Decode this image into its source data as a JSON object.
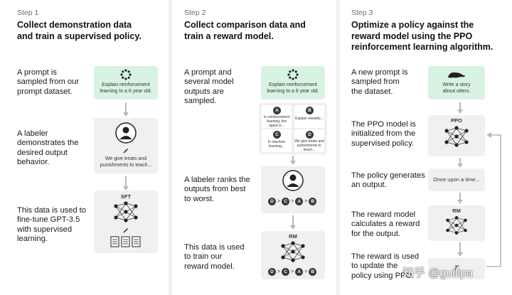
{
  "steps": [
    {
      "step_label": "Step 1",
      "title_line1": "Collect demonstration data",
      "title_line2": "and train a supervised policy.",
      "desc1": [
        "A prompt is",
        "sampled from our",
        "prompt dataset."
      ],
      "desc2": [
        "A labeler",
        "demonstrates the",
        "desired output",
        "behavior."
      ],
      "desc3": [
        "This data is used to",
        "fine-tune GPT-3.5",
        "with supervised",
        "learning."
      ],
      "card1_text": [
        "Explain reinforcement",
        "learning to a 6 year old."
      ],
      "card2_text": [
        "We give treats and",
        "punishments to teach..."
      ],
      "card3_label": "SFT"
    },
    {
      "step_label": "Step 2",
      "title_line1": "Collect comparison data and",
      "title_line2": "train a reward model.",
      "desc1": [
        "A prompt and",
        "several model",
        "outputs are",
        "sampled."
      ],
      "desc2": [
        "A labeler ranks the",
        "outputs from best",
        "to worst."
      ],
      "desc3": [
        "This data is used",
        "to train our",
        "reward model."
      ],
      "card1_text": [
        "Explain reinforcement",
        "learning to a 6 year old."
      ],
      "options": [
        {
          "letter": "A",
          "text": [
            "In reinforcement",
            "learning, the",
            "agent is..."
          ]
        },
        {
          "letter": "B",
          "text": [
            "Explain rewards..."
          ]
        },
        {
          "letter": "C",
          "text": [
            "In machine",
            "learning..."
          ]
        },
        {
          "letter": "D",
          "text": [
            "We give treats and",
            "punishments to",
            "teach..."
          ]
        }
      ],
      "ranking": [
        "D",
        "C",
        "A",
        "B"
      ],
      "rm_label": "RM"
    },
    {
      "step_label": "Step 3",
      "title_line1": "Optimize a policy against the",
      "title_line2": "reward model using the PPO",
      "title_line3": "reinforcement learning algorithm.",
      "desc1": [
        "A new prompt is",
        "sampled from",
        "the dataset."
      ],
      "desc2": [
        "The PPO model is",
        "initialized from the",
        "supervised policy."
      ],
      "desc3": [
        "The policy generates",
        "an output."
      ],
      "desc4": [
        "The reward model",
        "calculates a reward",
        "for the output."
      ],
      "desc5": [
        "The reward is used",
        "to update the",
        "policy using PPO."
      ],
      "card1_text": [
        "Write a story",
        "about otters."
      ],
      "ppo_label": "PPO",
      "output_text": "Once upon a time...",
      "rm_label": "RM"
    }
  ],
  "watermark": "知乎 @guilipa"
}
